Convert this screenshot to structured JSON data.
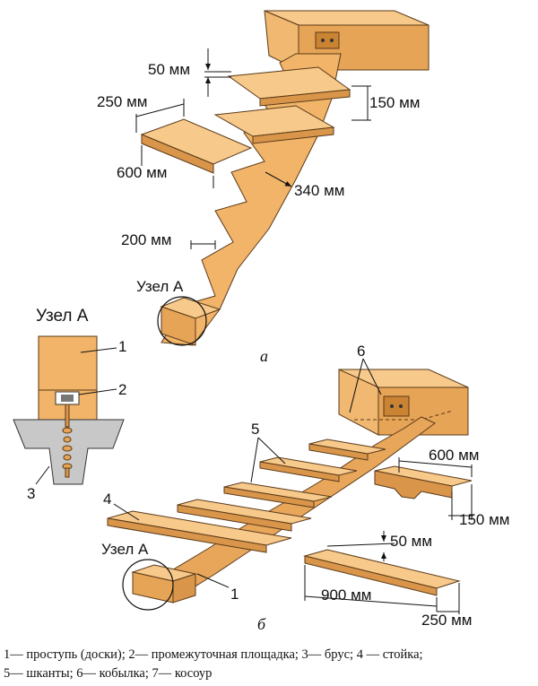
{
  "colors": {
    "wood_top": "#f7c98a",
    "wood_side": "#e6a456",
    "wood_dark": "#c98332",
    "concrete": "#c8c8c8",
    "outline": "#5a3a1a",
    "line": "#111111"
  },
  "figure_a": {
    "label": "а",
    "dimensions": {
      "d50": "50 мм",
      "d250": "250 мм",
      "d150": "150 мм",
      "d600": "600 мм",
      "d340": "340 мм",
      "d200": "200 мм"
    },
    "node_label": "Узел А"
  },
  "node_detail": {
    "title": "Узел А",
    "callouts": [
      "1",
      "2",
      "3"
    ]
  },
  "figure_b": {
    "label": "б",
    "dimensions": {
      "d600": "600 мм",
      "d150": "150 мм",
      "d50": "50 мм",
      "d900": "900 мм",
      "d250": "250 мм"
    },
    "node_label": "Узел А",
    "callouts": {
      "c4": "4",
      "c5": "5",
      "c6": "6",
      "c1": "1"
    }
  },
  "caption": {
    "line1": "1— проступь (доски); 2— промежуточная площадка; 3— брус; 4 — стойка;",
    "line2": "5— шканты; 6— кобылка; 7— косоур"
  }
}
